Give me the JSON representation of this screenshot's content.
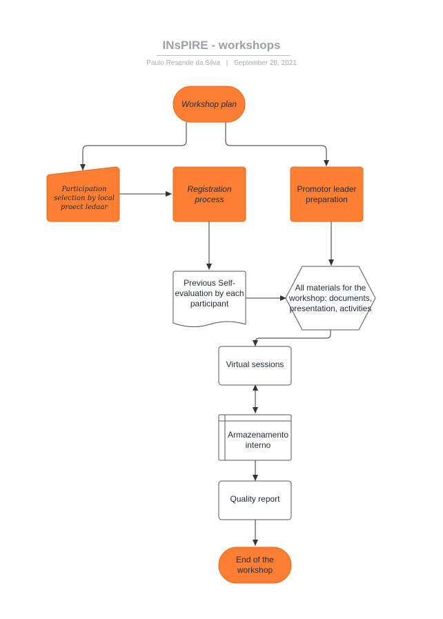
{
  "header": {
    "title": "INsPIRE - workshops",
    "author": "Paulo Resende da Silva",
    "separator": "|",
    "date": "September 28, 2021"
  },
  "colors": {
    "orange": "#FF7F32",
    "line": "#333333",
    "box_stroke": "#555555",
    "text": "#1f2937"
  },
  "nodes": {
    "workshop_plan": "Workshop plan",
    "participation": "Participation selection by local proect ledaar",
    "registration": "Registration process",
    "promotor": "Promotor leader preparation",
    "self_evaluation": "Previous Self-evaluation by each participant",
    "materials": "All materials for the workshop: documents, presentation, activities",
    "virtual_sessions": "Virtual sessions",
    "armazenamento": "Armazenamento interno",
    "quality_report": "Quality report",
    "end": "End of the workshop"
  }
}
